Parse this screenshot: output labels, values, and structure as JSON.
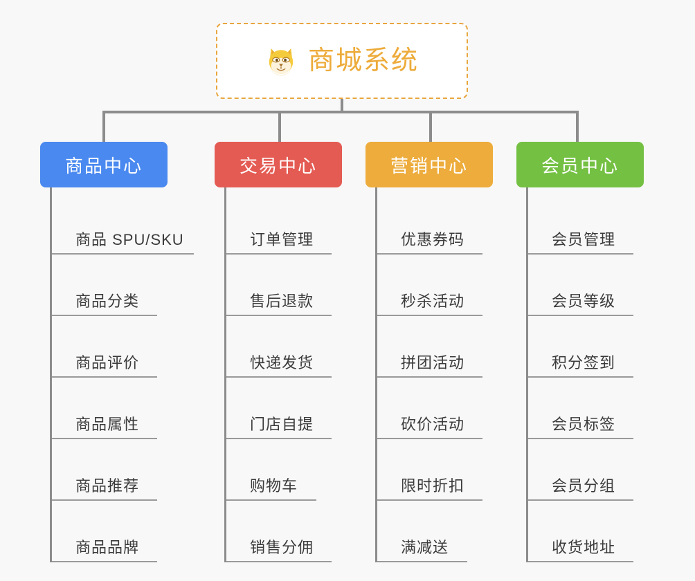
{
  "page": {
    "background_color": "#f8f8f8",
    "type": "organization-mindmap"
  },
  "root": {
    "title": "商城系统",
    "icon": "shiba-dog-face-icon",
    "text_color": "#edab3a",
    "border_color": "#e8a63f",
    "background_color": "#ffffff"
  },
  "columns": [
    {
      "header": "商品中心",
      "color": "#4a89ef",
      "items": [
        "商品 SPU/SKU",
        "商品分类",
        "商品评价",
        "商品属性",
        "商品推荐",
        "商品品牌"
      ]
    },
    {
      "header": "交易中心",
      "color": "#e45b53",
      "items": [
        "订单管理",
        "售后退款",
        "快递发货",
        "门店自提",
        "购物车",
        "销售分佣"
      ]
    },
    {
      "header": "营销中心",
      "color": "#edac3c",
      "items": [
        "优惠券码",
        "秒杀活动",
        "拼团活动",
        "砍价活动",
        "限时折扣",
        "满减送"
      ]
    },
    {
      "header": "会员中心",
      "color": "#74c043",
      "items": [
        "会员管理",
        "会员等级",
        "积分签到",
        "会员标签",
        "会员分组",
        "收货地址"
      ]
    }
  ],
  "connectors": {
    "color": "#8c8c8c",
    "leaf_line_color": "#9a9a9a"
  }
}
